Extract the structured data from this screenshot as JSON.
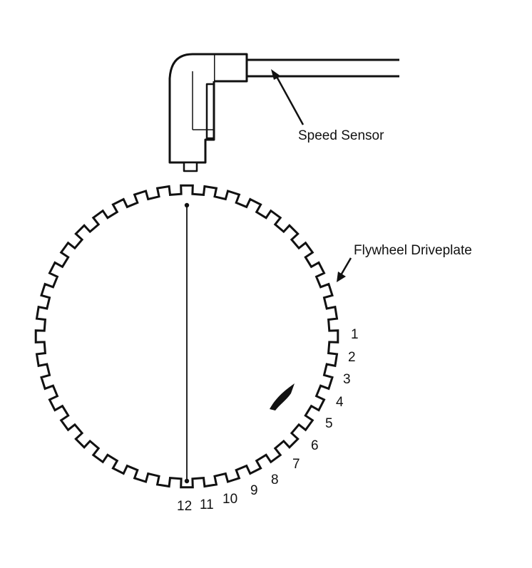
{
  "labels": {
    "sensor": "Speed Sensor",
    "plate": "Flywheel Driveplate"
  },
  "tooth_numbers": [
    "1",
    "2",
    "3",
    "4",
    "5",
    "6",
    "7",
    "8",
    "9",
    "10",
    "11",
    "12"
  ],
  "colors": {
    "ink": "#111111",
    "paper": "#ffffff"
  },
  "icons": {
    "rotation_arrow": "curved-arrow-icon"
  }
}
